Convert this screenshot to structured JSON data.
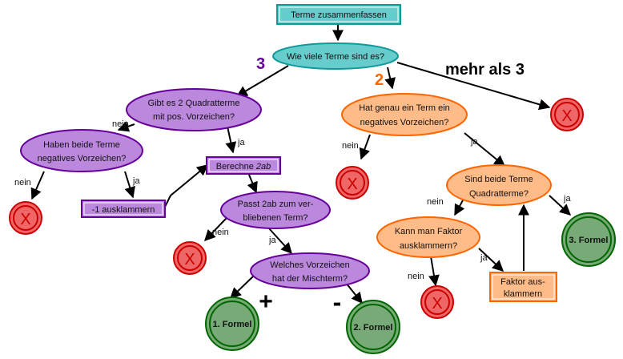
{
  "title_box": "Terme zusammenfassen",
  "question_count": "Wie viele Terme sind es?",
  "branch_3": "3",
  "branch_2": "2",
  "branch_more": "mehr als 3",
  "q_two_squares": [
    "Gibt es 2 Quadratterme",
    "mit pos. Vorzeichen?"
  ],
  "q_both_negative": [
    "Haben beide Terme",
    "negatives Vorzeichen?"
  ],
  "action_factor_minus1": "-1 ausklammern",
  "action_compute_2ab_prefix": "Berechne ",
  "action_compute_2ab_var": "2ab",
  "q_fits_2ab": [
    "Passt 2ab zum ver-",
    "bliebenen Term?"
  ],
  "q_sign_mixed": [
    "Welches Vorzeichen",
    "hat der Mischterm?"
  ],
  "sign_plus": "+",
  "sign_minus": "-",
  "formula_1": "1. Formel",
  "formula_2": "2. Formel",
  "formula_3": "3. Formel",
  "q_one_negative": [
    "Hat genau ein Term ein",
    "negatives Vorzeichen?"
  ],
  "q_both_squares": [
    "Sind beide Terme",
    "Quadratterme?"
  ],
  "q_can_factor": [
    "Kann man Faktor",
    "ausklammern?"
  ],
  "action_factor_out": [
    "Faktor aus-",
    "klammern"
  ],
  "label_nein": "nein",
  "label_ja": "ja",
  "reject_mark": "X",
  "colors": {
    "teal": "#66cccc",
    "purple": "#bb88dd",
    "orange": "#ffbb88",
    "green": "#77aa77",
    "red": "#ee6666",
    "purple_text": "#660099",
    "orange_text": "#ff6600"
  }
}
